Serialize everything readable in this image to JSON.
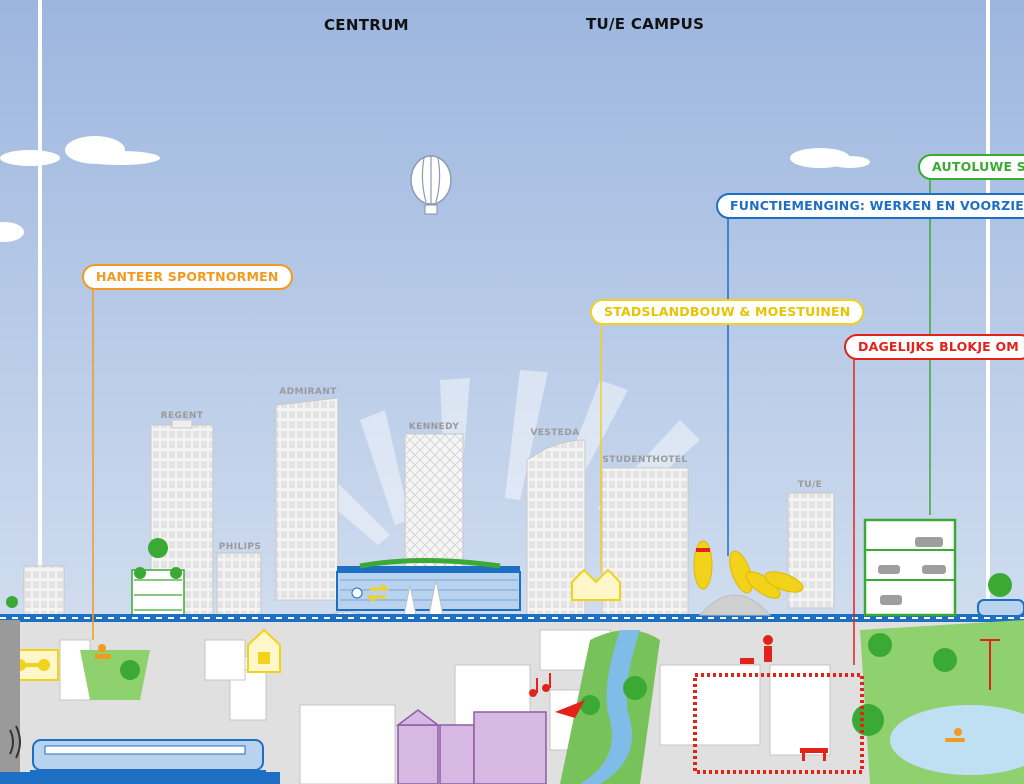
{
  "headers": {
    "centrum": "CENTRUM",
    "campus": "TU/E CAMPUS"
  },
  "buildings": {
    "regent": "REGENT",
    "admirant": "ADMIRANT",
    "philips": "PHILIPS",
    "kennedy": "KENNEDY",
    "vesteda": "VESTEDA",
    "studenthotel": "STUDENTHOTEL",
    "tue": "TU/E"
  },
  "callouts": [
    {
      "id": "sport",
      "label": "HANTEER SPORTNORMEN",
      "color": "#f39a1e"
    },
    {
      "id": "stadslandbouw",
      "label": "STADSLANDBOUW & MOESTUINEN",
      "color": "#f2d21a"
    },
    {
      "id": "dagelijks",
      "label": "DAGELIJKS BLOKJE OM",
      "color": "#e2231a"
    },
    {
      "id": "functie",
      "label": "FUNCTIEMENGING: WERKEN EN VOORZIEN",
      "color": "#1d6fc4"
    },
    {
      "id": "autoluwe",
      "label": "AUTOLUWE ST",
      "color": "#3aaa35"
    }
  ],
  "colors": {
    "sky_top": "#9db6df",
    "sky_bottom": "#d6e3f1",
    "ground": "#d8d8d8",
    "green": "#3aaa35",
    "blue": "#1d6fc4",
    "yellow": "#f2d21a",
    "orange": "#f39a1e",
    "red": "#e2231a",
    "purple": "#b489c8"
  },
  "icons": [
    "hot-air-balloon-icon",
    "train-icon",
    "bowling-pins-icon",
    "parking-garage-icon",
    "music-note-icon",
    "bird-icon",
    "swimmer-icon",
    "bench-icon",
    "dog-walker-icon",
    "basket-icon",
    "weightlifter-icon",
    "ns-logo-icon"
  ]
}
